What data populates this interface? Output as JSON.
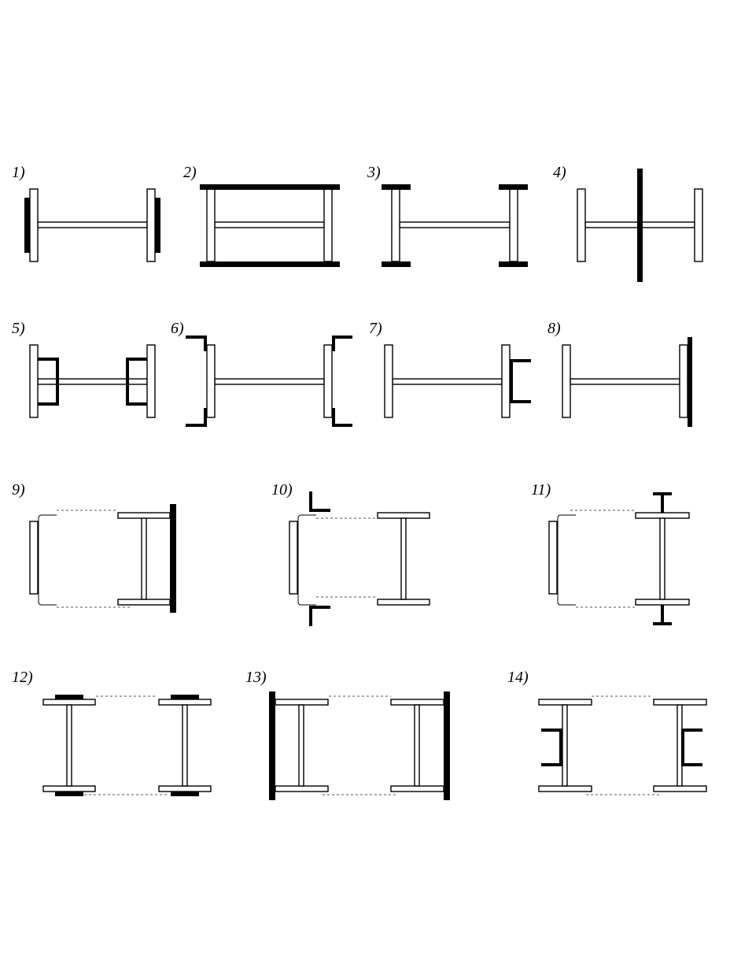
{
  "sections": [
    {
      "id": "1",
      "label": "1)"
    },
    {
      "id": "2",
      "label": "2)"
    },
    {
      "id": "3",
      "label": "3)"
    },
    {
      "id": "4",
      "label": "4)"
    },
    {
      "id": "5",
      "label": "5)"
    },
    {
      "id": "6",
      "label": "6)"
    },
    {
      "id": "7",
      "label": "7)"
    },
    {
      "id": "8",
      "label": "8)"
    },
    {
      "id": "9",
      "label": "9)"
    },
    {
      "id": "10",
      "label": "10)"
    },
    {
      "id": "11",
      "label": "11)"
    },
    {
      "id": "12",
      "label": "12)"
    },
    {
      "id": "13",
      "label": "13)"
    },
    {
      "id": "14",
      "label": "14)"
    }
  ]
}
